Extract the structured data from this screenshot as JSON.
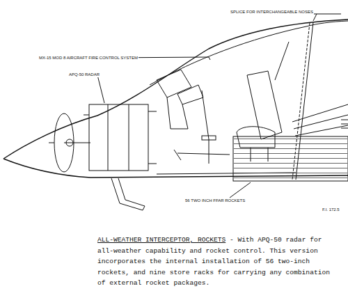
{
  "diagram": {
    "title": "ALL-WEATHER INTERCEPTOR, ROCKETS",
    "caption": "- With APQ-50 radar for all-weather capability and rocket control. This version incorporates the internal installation of 56 two-inch rockets, and nine store racks for carrying any combination of external rocket packages.",
    "labels": [
      "SPLICE FOR INTERCHANGEABLE NOSES",
      "MX-15 MOD 8 AIRCRAFT FIRE CONTROL SYSTEM",
      "APQ-50 RADAR",
      "56 TWO INCH FFAR ROCKETS",
      "F.I. 172.5"
    ]
  }
}
